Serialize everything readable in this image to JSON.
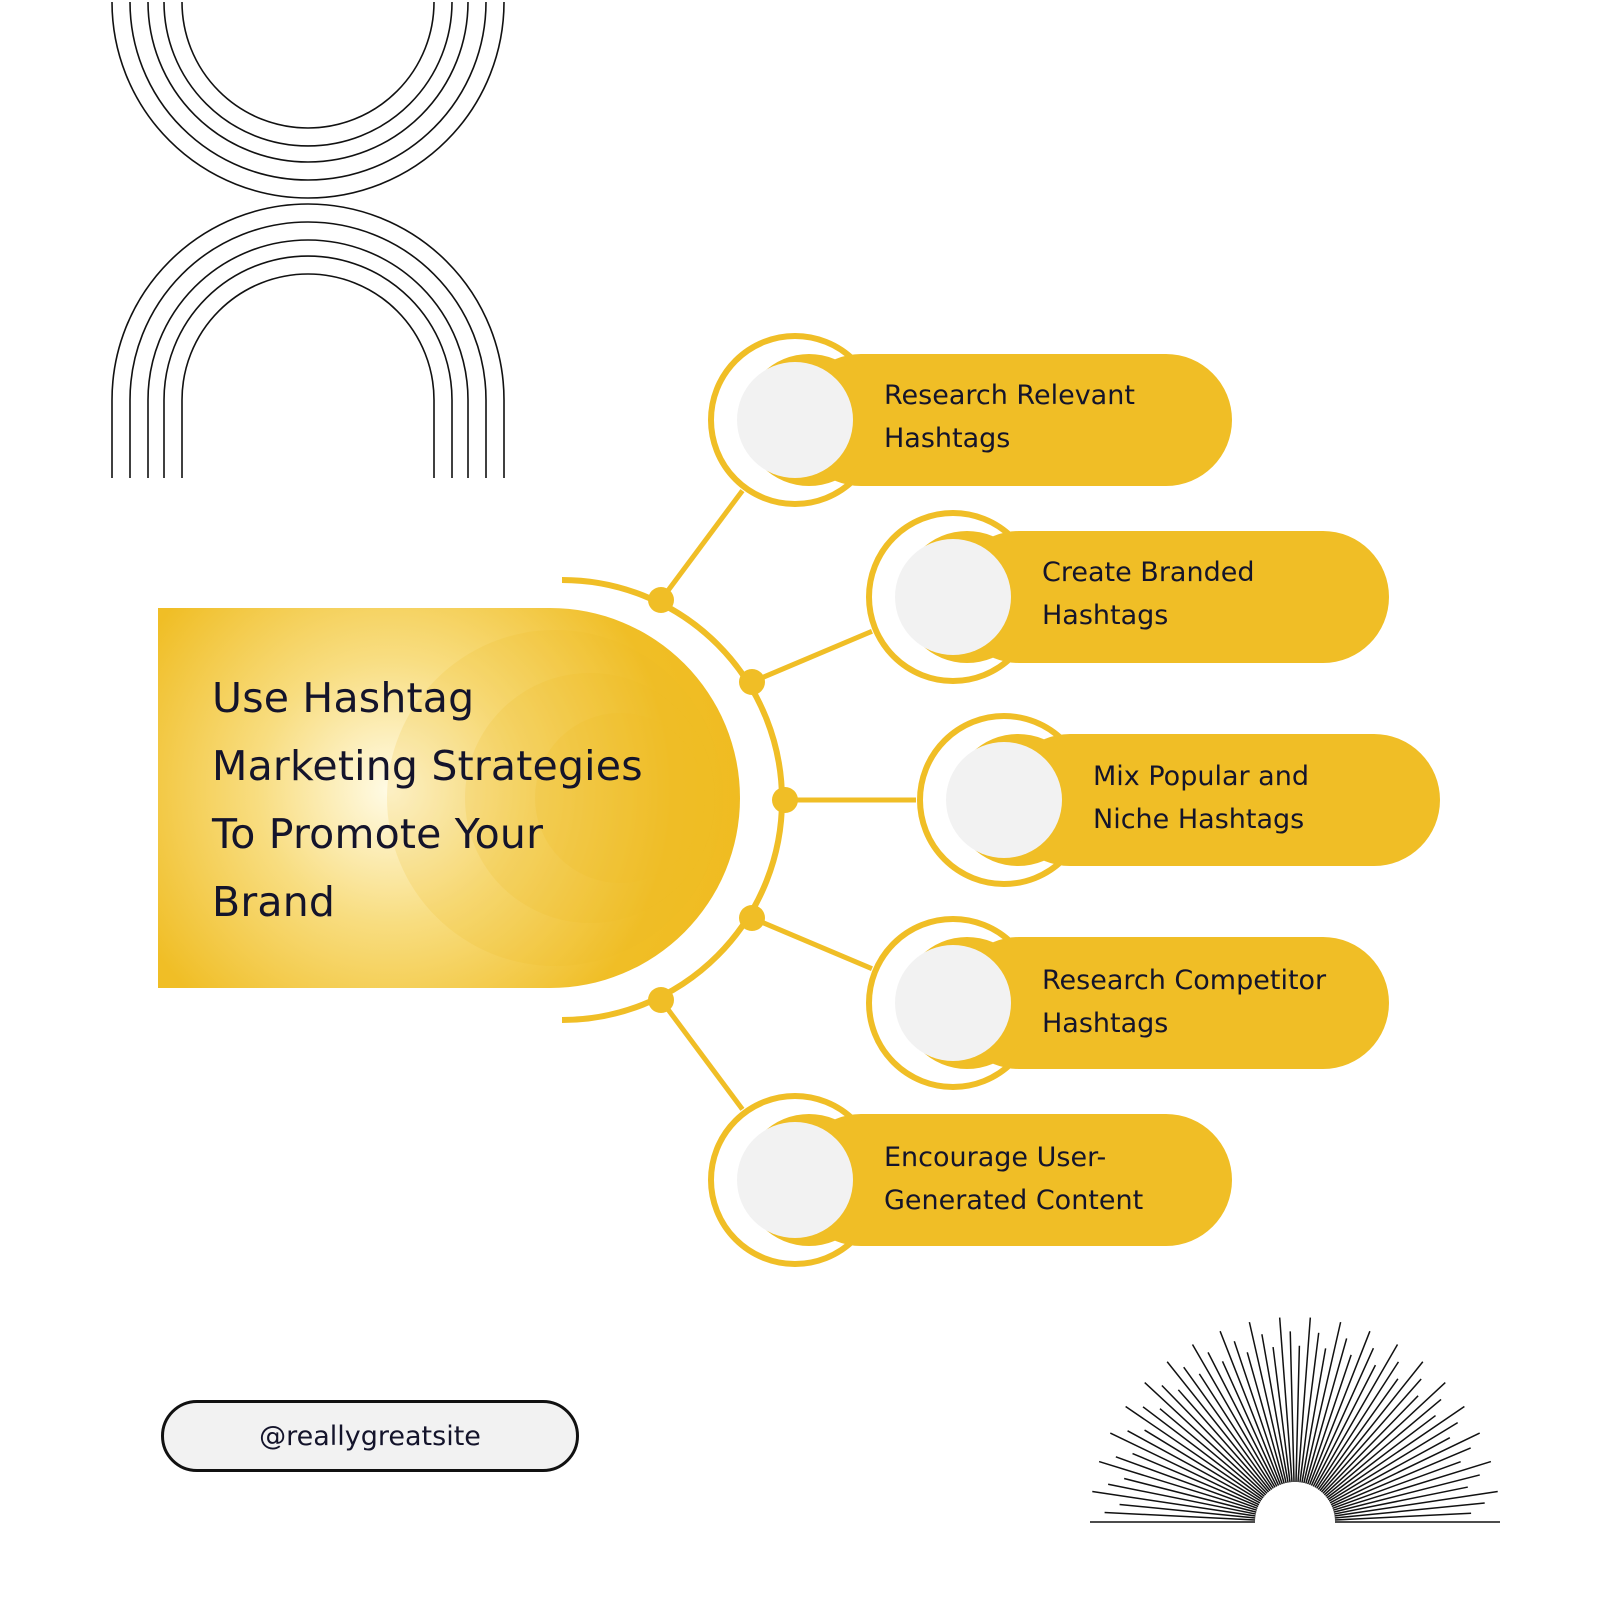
{
  "title": "Use Hashtag Marketing Strategies To Promote Your Brand",
  "title_lines": [
    "Use Hashtag",
    "Marketing Strategies",
    "To Promote Your",
    "Brand"
  ],
  "items": [
    {
      "line1": "Research Relevant",
      "line2": "Hashtags"
    },
    {
      "line1": "Create Branded",
      "line2": "Hashtags"
    },
    {
      "line1": "Mix Popular and",
      "line2": "Niche Hashtags"
    },
    {
      "line1": "Research Competitor",
      "line2": "Hashtags"
    },
    {
      "line1": "Encourage User-",
      "line2": "Generated Content"
    }
  ],
  "handle": "@reallygreatsite",
  "colors": {
    "accent": "#F0BE26",
    "circle_fill": "#F2F2F2",
    "text": "#14142B",
    "line_art": "#111111"
  },
  "icons": {
    "decor_top": "concentric-arches",
    "decor_bottom": "starburst"
  }
}
